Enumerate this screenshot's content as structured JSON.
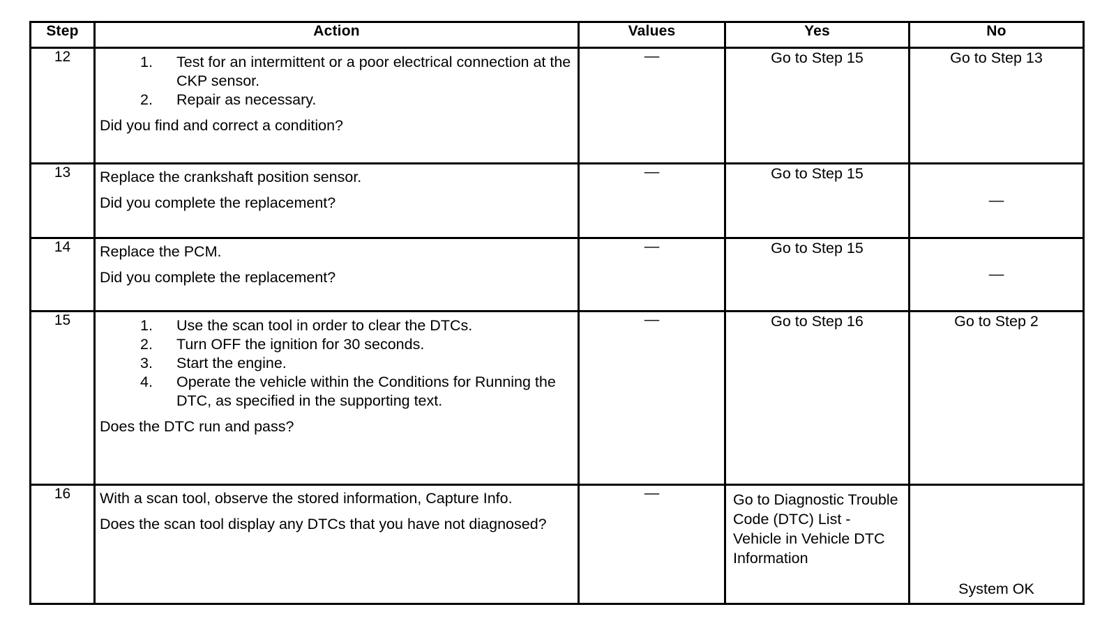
{
  "table": {
    "headers": {
      "step": "Step",
      "action": "Action",
      "values": "Values",
      "yes": "Yes",
      "no": "No"
    },
    "dash": "—",
    "rows": [
      {
        "step": "12",
        "action": {
          "lead": "",
          "items": [
            "Test for an intermittent or a poor electrical connection at the CKP sensor.",
            "Repair as necessary."
          ],
          "question": "Did you find and correct a condition?"
        },
        "values": "—",
        "yes": "Go to Step 15",
        "no": "Go to Step 13"
      },
      {
        "step": "13",
        "action": {
          "lead": "Replace the crankshaft position sensor.",
          "items": [],
          "question": "Did you complete the replacement?"
        },
        "values": "—",
        "yes": "Go to Step 15",
        "no": "—"
      },
      {
        "step": "14",
        "action": {
          "lead": "Replace the PCM.",
          "items": [],
          "question": "Did you complete the replacement?"
        },
        "values": "—",
        "yes": "Go to Step 15",
        "no": "—"
      },
      {
        "step": "15",
        "action": {
          "lead": "",
          "items": [
            "Use the scan tool in order to clear the DTCs.",
            "Turn OFF the ignition for 30 seconds.",
            "Start the engine.",
            "Operate the vehicle within the Conditions for Running the DTC, as specified in the supporting text."
          ],
          "question": "Does the DTC run and pass?"
        },
        "values": "—",
        "yes": "Go to Step 16",
        "no": "Go to Step 2"
      },
      {
        "step": "16",
        "action": {
          "lead": "With a scan tool, observe the stored information, Capture Info.",
          "items": [],
          "question": "Does the scan tool display any DTCs that you have not diagnosed?"
        },
        "values": "—",
        "yes": "Go to Diagnostic Trouble Code (DTC) List - Vehicle in Vehicle DTC Information",
        "no": "System OK"
      }
    ]
  }
}
